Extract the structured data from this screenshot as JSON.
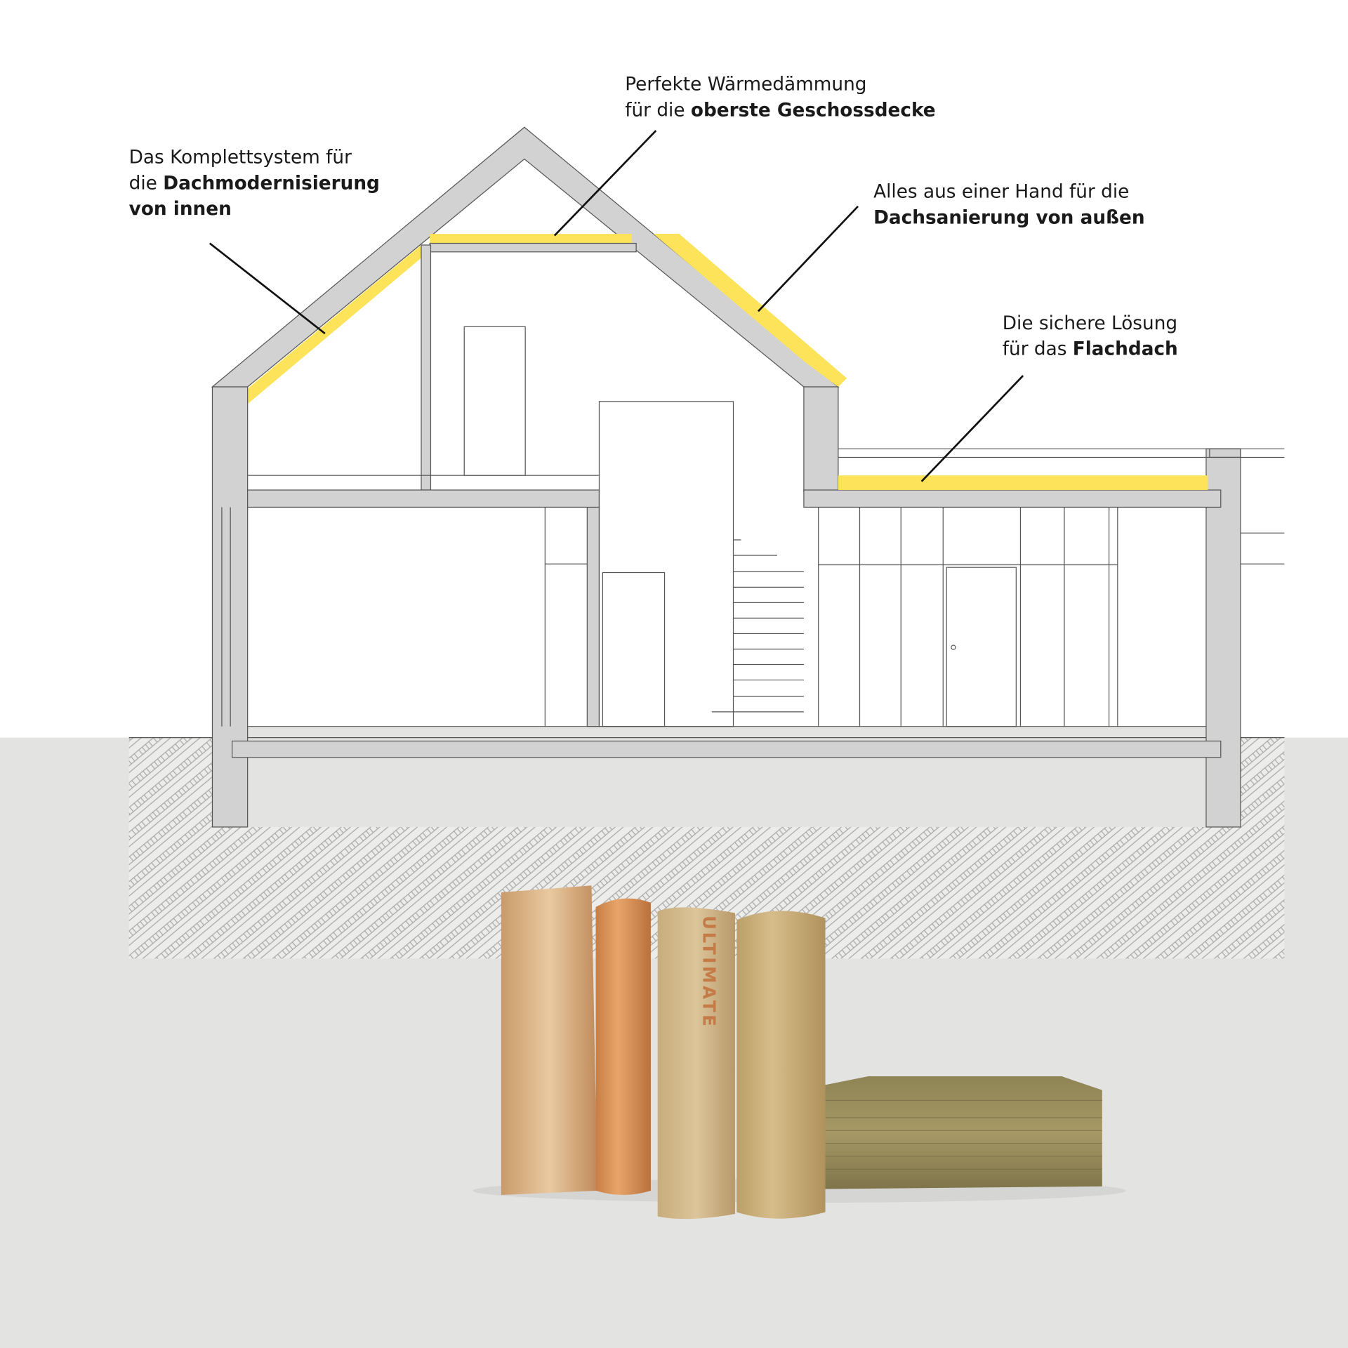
{
  "annotations": [
    {
      "line1": "Das Komplettsystem für",
      "line2_regular": "die ",
      "line2_bold": "Dachmodernisierung",
      "line3_bold": "von innen"
    },
    {
      "line1": "Perfekte Wärmedämmung",
      "line2_regular": "für die ",
      "line2_bold": "oberste Geschossdecke"
    },
    {
      "line1": "Alles aus einer Hand für die",
      "line2_bold": "Dachsanierung von außen"
    },
    {
      "line1": "Die sichere Lösung",
      "line2_regular": "für das ",
      "line2_bold": "Flachdach"
    }
  ],
  "products": {
    "roll_print": "ULTIMATE"
  },
  "colors": {
    "insulation": "#fde35a",
    "wall": "#d2d2d2",
    "ground": "#e3e3e1",
    "background": "#ffffff"
  }
}
